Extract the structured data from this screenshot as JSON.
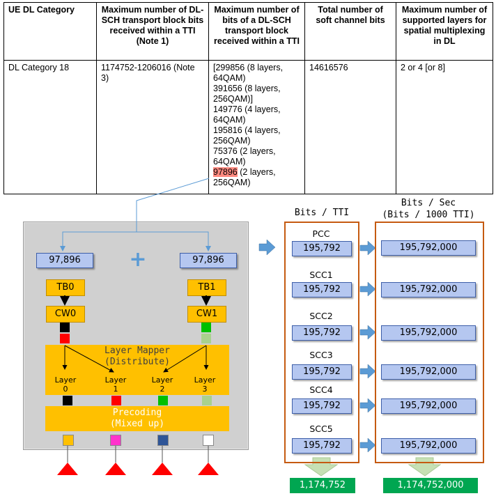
{
  "table": {
    "headers": [
      "UE DL Category",
      "Maximum number of DL-SCH transport block bits received within a TTI (Note 1)",
      "Maximum number of bits of a DL-SCH transport block received within a TTI",
      "Total number of soft channel bits",
      "Maximum number of supported layers for spatial multiplexing in DL"
    ],
    "row": {
      "category": "DL Category 18",
      "max_bits": "1174752-1206016 (Note 3)",
      "tb_bits": [
        "[299856 (8 layers,",
        "64QAM)",
        "391656 (8 layers,",
        "256QAM)]",
        "149776 (4 layers,",
        "64QAM)",
        "195816 (4 layers,",
        "256QAM)",
        "75376 (2 layers,",
        "64QAM)"
      ],
      "tb_bits_highlight": "97896",
      "tb_bits_highlight_rest": " (2 layers,",
      "tb_bits_last": "256QAM)",
      "soft_bits": "14616576",
      "layers": "2 or 4 [or 8]"
    }
  },
  "diagram": {
    "tb_value_left": "97,896",
    "tb_value_right": "97,896",
    "plus": "+",
    "tb0": "TB0",
    "tb1": "TB1",
    "cw0": "CW0",
    "cw1": "CW1",
    "mapper_line1": "Layer Mapper",
    "mapper_line2": "(Distribute)",
    "layers": [
      "Layer",
      "Layer",
      "Layer",
      "Layer"
    ],
    "layer_nums": [
      "0",
      "1",
      "2",
      "3"
    ],
    "precoding_line1": "Precoding",
    "precoding_line2": "(Mixed up)",
    "colors": {
      "cw0_top": "#000000",
      "cw0_bottom": "#ff0000",
      "cw1_top": "#00c000",
      "cw1_bottom": "#a9d18e",
      "layer_sq": [
        "#000000",
        "#ff0000",
        "#00c000",
        "#a9d18e"
      ],
      "precoded_sq": [
        "#ffc000",
        "#ff33cc",
        "#2f5597",
        "#ffffff"
      ],
      "antenna": "#ff0000",
      "frame": "#c55a11",
      "total": "#00a651"
    }
  },
  "throughput": {
    "col1_title": "Bits / TTI",
    "col2_title_line1": "Bits / Sec",
    "col2_title_line2": "(Bits / 1000 TTI)",
    "carriers": [
      {
        "name": "PCC",
        "bits_tti": "195,792",
        "bits_sec": "195,792,000"
      },
      {
        "name": "SCC1",
        "bits_tti": "195,792",
        "bits_sec": "195,792,000"
      },
      {
        "name": "SCC2",
        "bits_tti": "195,792",
        "bits_sec": "195,792,000"
      },
      {
        "name": "SCC3",
        "bits_tti": "195,792",
        "bits_sec": "195,792,000"
      },
      {
        "name": "SCC4",
        "bits_tti": "195,792",
        "bits_sec": "195,792,000"
      },
      {
        "name": "SCC5",
        "bits_tti": "195,792",
        "bits_sec": "195,792,000"
      }
    ],
    "total_tti": "1,174,752",
    "total_sec": "1,174,752,000"
  }
}
